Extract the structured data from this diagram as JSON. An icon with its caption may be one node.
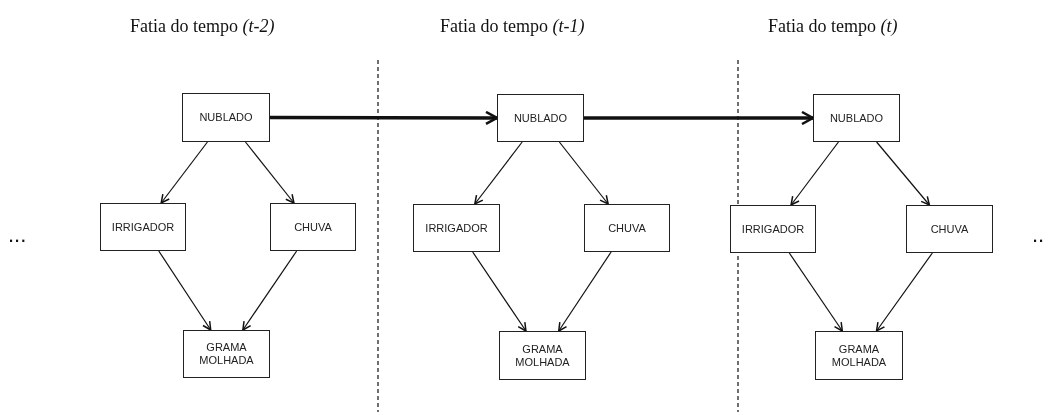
{
  "diagram": {
    "nodes": [
      {
        "text": [
          "NUBLADO"
        ]
      },
      {
        "text": [
          "IRRIGADOR"
        ]
      },
      {
        "text": [
          "CHUVA"
        ]
      },
      {
        "text": [
          "GRAMA MOLHADA"
        ]
      },
      {
        "text": [
          "NUBLADO"
        ]
      },
      {
        "text": [
          "IRRIGADOR"
        ]
      },
      {
        "text": [
          "CHUVA"
        ]
      },
      {
        "text": [
          "GRAMA MOLHADA"
        ]
      },
      {
        "text": [
          "NUBLADO"
        ]
      },
      {
        "text": [
          "IRRIGADOR"
        ]
      },
      {
        "text": [
          "CHUVA"
        ]
      },
      {
        "text": [
          "GRAMA MOLHADA"
        ]
      }
    ],
    "edges": [
      {
        "from": 0,
        "to": 1,
        "arrow": "to"
      },
      {
        "from": 0,
        "to": 2,
        "arrow": "to"
      },
      {
        "from": 1,
        "to": 3,
        "arrow": "to"
      },
      {
        "from": 2,
        "to": 3,
        "arrow": "to"
      },
      {
        "from": 0,
        "to": 4,
        "arrow": "to",
        "style": "thick"
      },
      {
        "from": 4,
        "to": 5,
        "arrow": "to"
      },
      {
        "from": 4,
        "to": 6,
        "arrow": "to"
      },
      {
        "from": 5,
        "to": 7,
        "arrow": "to"
      },
      {
        "from": 6,
        "to": 7,
        "arrow": "to"
      },
      {
        "from": 4,
        "to": 8,
        "arrow": "to",
        "style": "thick"
      },
      {
        "from": 8,
        "to": 9,
        "arrow": "to"
      },
      {
        "from": 8,
        "to": 10,
        "arrow": "to"
      },
      {
        "from": 9,
        "to": 11,
        "arrow": "to"
      },
      {
        "from": 10,
        "to": 11,
        "arrow": "to"
      }
    ],
    "labels": [
      "Fatia do tempo *(t-2)*",
      "Fatia do tempo *(t-1)*",
      "Fatia do tempo *(t)*",
      "...",
      ".."
    ]
  }
}
